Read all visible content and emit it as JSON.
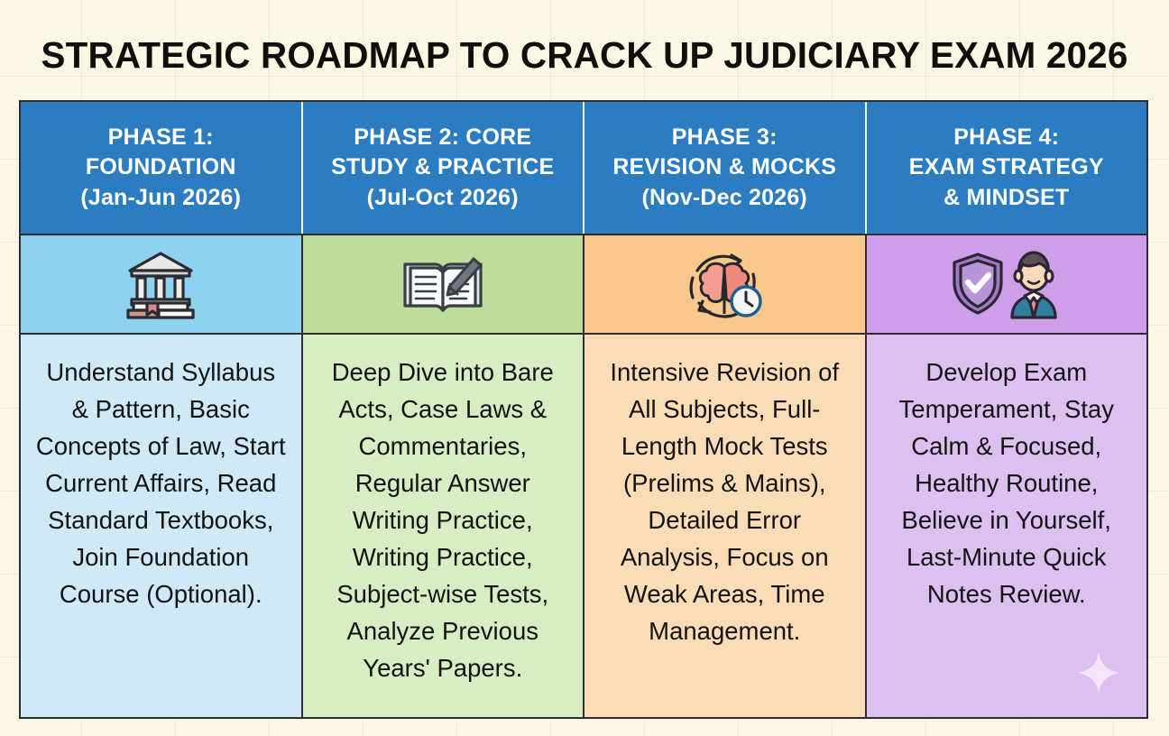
{
  "page": {
    "title": "STRATEGIC ROADMAP TO CRACK UP JUDICIARY EXAM 2026",
    "background_color": "#faf7e4",
    "border_color": "#2f2d33"
  },
  "table": {
    "header_bg": "#2b7cc0",
    "header_text_color": "#ffffff",
    "columns": [
      {
        "id": "phase-1",
        "header_lines": [
          "PHASE 1:",
          "FOUNDATION",
          "(Jan-Jun 2026)"
        ],
        "icon_name": "courthouse-on-books-icon",
        "icon_bg": "#8ed2ef",
        "body_bg": "#cfe9f7",
        "body": "Understand Syllabus & Pattern, Basic Concepts of Law, Start Current Affairs, Read Standard Textbooks, Join Foundation Course (Optional)."
      },
      {
        "id": "phase-2",
        "header_lines": [
          "PHASE 2: CORE",
          "STUDY & PRACTICE",
          "(Jul-Oct 2026)"
        ],
        "icon_name": "open-book-with-pencil-icon",
        "icon_bg": "#bedd9a",
        "body_bg": "#d8edc4",
        "body": "Deep Dive into Bare Acts, Case Laws & Commentaries, Regular Answer Writing Practice, Writing Practice, Subject-wise Tests, Analyze Previous Years' Papers."
      },
      {
        "id": "phase-3",
        "header_lines": [
          "PHASE 3:",
          "REVISION & MOCKS",
          "(Nov-Dec 2026)"
        ],
        "icon_name": "brain-revision-clock-icon",
        "icon_bg": "#fac78c",
        "body_bg": "#fadcb7",
        "body": "Intensive Revision of All Subjects, Full-Length Mock Tests (Prelims & Mains), Detailed Error Analysis, Focus on Weak Areas, Time Management."
      },
      {
        "id": "phase-4",
        "header_lines": [
          "PHASE 4:",
          "EXAM STRATEGY",
          "& MINDSET"
        ],
        "icon_name": "shield-check-with-person-icon",
        "icon_bg": "#cd9fe8",
        "body_bg": "#dcc1f0",
        "body": "Develop Exam Temperament, Stay Calm & Focused, Healthy Routine, Believe in Yourself, Last-Minute Quick Notes Review."
      }
    ]
  },
  "decorations": {
    "sparkle_name": "four-point-sparkle-icon"
  }
}
